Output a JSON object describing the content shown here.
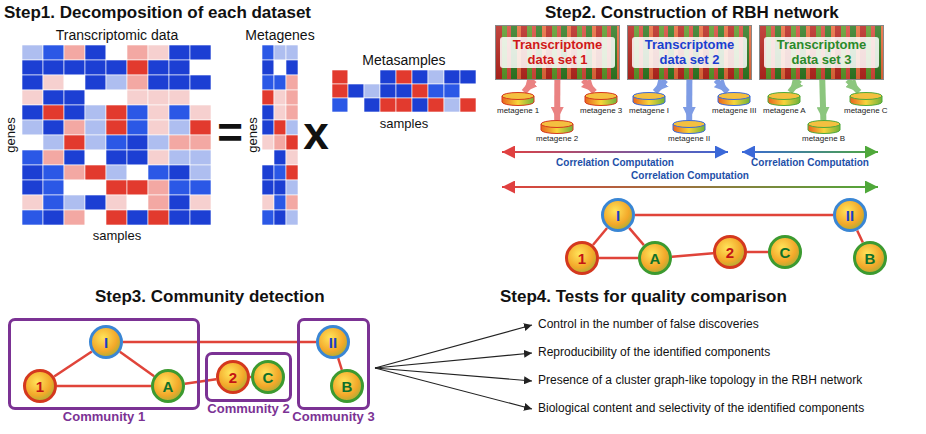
{
  "diagram": {
    "nodes": [
      {
        "text": [
          "Transcriptome data set 1"
        ]
      },
      {
        "text": [
          "Transcriptome data set 2"
        ]
      },
      {
        "text": [
          "Transcriptome data set 3"
        ]
      },
      {
        "text": [
          "metagene 1"
        ]
      },
      {
        "text": [
          "metagene 2"
        ]
      },
      {
        "text": [
          "metagene 3"
        ]
      },
      {
        "text": [
          "metagene I"
        ]
      },
      {
        "text": [
          "metagene II"
        ]
      },
      {
        "text": [
          "metagene III"
        ]
      },
      {
        "text": [
          "metagene A"
        ]
      },
      {
        "text": [
          "metagene B"
        ]
      },
      {
        "text": [
          "metagene C"
        ]
      },
      {
        "text": [
          "I"
        ]
      },
      {
        "text": [
          "II"
        ]
      },
      {
        "text": [
          "1"
        ]
      },
      {
        "text": [
          "A"
        ]
      },
      {
        "text": [
          "2"
        ]
      },
      {
        "text": [
          "C"
        ]
      },
      {
        "text": [
          "B"
        ]
      },
      {
        "text": [
          "Community 1"
        ]
      },
      {
        "text": [
          "I"
        ],
        "in": 19
      },
      {
        "text": [
          "1"
        ],
        "in": 19
      },
      {
        "text": [
          "A"
        ],
        "in": 19
      },
      {
        "text": [
          "Community 2"
        ]
      },
      {
        "text": [
          "2"
        ],
        "in": 23
      },
      {
        "text": [
          "C"
        ],
        "in": 23
      },
      {
        "text": [
          "Community 3"
        ]
      },
      {
        "text": [
          "II"
        ],
        "in": 26
      },
      {
        "text": [
          "B"
        ],
        "in": 26
      }
    ],
    "edges": [
      {
        "from": 0,
        "to": 3,
        "arrow": "to"
      },
      {
        "from": 0,
        "to": 4,
        "arrow": "to"
      },
      {
        "from": 0,
        "to": 5,
        "arrow": "to"
      },
      {
        "from": 1,
        "to": 6,
        "arrow": "to"
      },
      {
        "from": 1,
        "to": 7,
        "arrow": "to"
      },
      {
        "from": 1,
        "to": 8,
        "arrow": "to"
      },
      {
        "from": 2,
        "to": 9,
        "arrow": "to"
      },
      {
        "from": 2,
        "to": 10,
        "arrow": "to"
      },
      {
        "from": 2,
        "to": 11,
        "arrow": "to"
      },
      {
        "from": 12,
        "to": 14,
        "arrow": "none"
      },
      {
        "from": 12,
        "to": 15,
        "arrow": "none"
      },
      {
        "from": 14,
        "to": 15,
        "arrow": "none"
      },
      {
        "from": 15,
        "to": 16,
        "arrow": "none"
      },
      {
        "from": 16,
        "to": 17,
        "arrow": "none"
      },
      {
        "from": 12,
        "to": 13,
        "arrow": "none"
      },
      {
        "from": 13,
        "to": 18,
        "arrow": "none"
      },
      {
        "from": 20,
        "to": 21,
        "arrow": "none"
      },
      {
        "from": 20,
        "to": 22,
        "arrow": "none"
      },
      {
        "from": 21,
        "to": 22,
        "arrow": "none"
      },
      {
        "from": 22,
        "to": 24,
        "arrow": "none"
      },
      {
        "from": 24,
        "to": 25,
        "arrow": "none"
      },
      {
        "from": 20,
        "to": 27,
        "arrow": "none"
      },
      {
        "from": 27,
        "to": 28,
        "arrow": "none"
      }
    ],
    "labels": [
      "Step1. Decomposition of each dataset",
      "Transcriptomic data",
      "genes",
      "samples",
      "=",
      "Metagenes",
      "genes",
      "x",
      "Metasamples",
      "samples",
      "Step2. Construction of RBH network",
      "Correlation Computation",
      "Correlation Computation",
      "Correlation Computation",
      "Step3. Community detection",
      "Step4. Tests for quality comparison",
      "Control in the number of false discoveries",
      "Reproducibility of the identified components",
      "Presence of a cluster graph-like topology in the RBH network",
      "Biological content and selectivity of the identified components"
    ]
  }
}
